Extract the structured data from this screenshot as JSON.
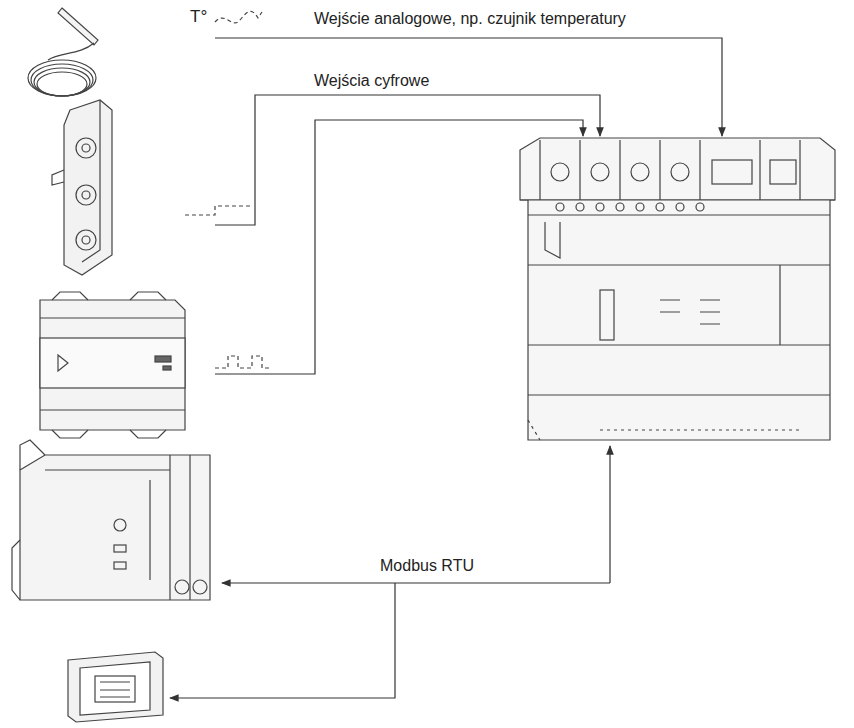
{
  "diagram": {
    "labels": [
      "T°",
      "Wejście analogowe, np. czujnik temperatury",
      "Wejścia cyfrowe",
      "Modbus RTU"
    ]
  }
}
